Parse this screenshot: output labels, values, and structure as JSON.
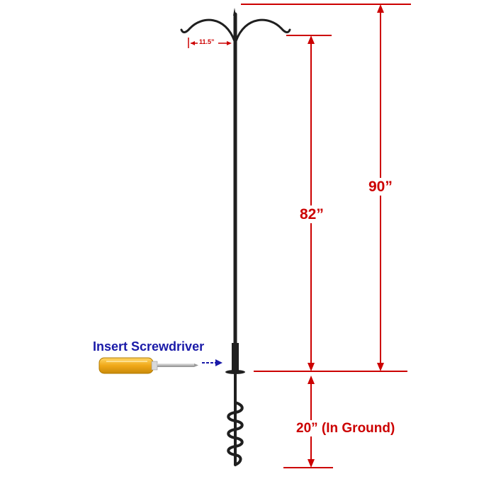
{
  "colors": {
    "dimension": "#cc0000",
    "annotation": "#1a1aa8",
    "pole": "#1f1f1f",
    "screwdriver_handle": "#f2b01e",
    "screwdriver_shaft": "#b8b8b8"
  },
  "labels": {
    "total_height": "90”",
    "above_ground_height": "82”",
    "in_ground_depth": "20” (In Ground)",
    "arm_reach": "11.5”",
    "instruction": "Insert Screwdriver"
  },
  "icons": {
    "pole": "shepherd-hook-pole",
    "tool": "screwdriver-icon"
  }
}
